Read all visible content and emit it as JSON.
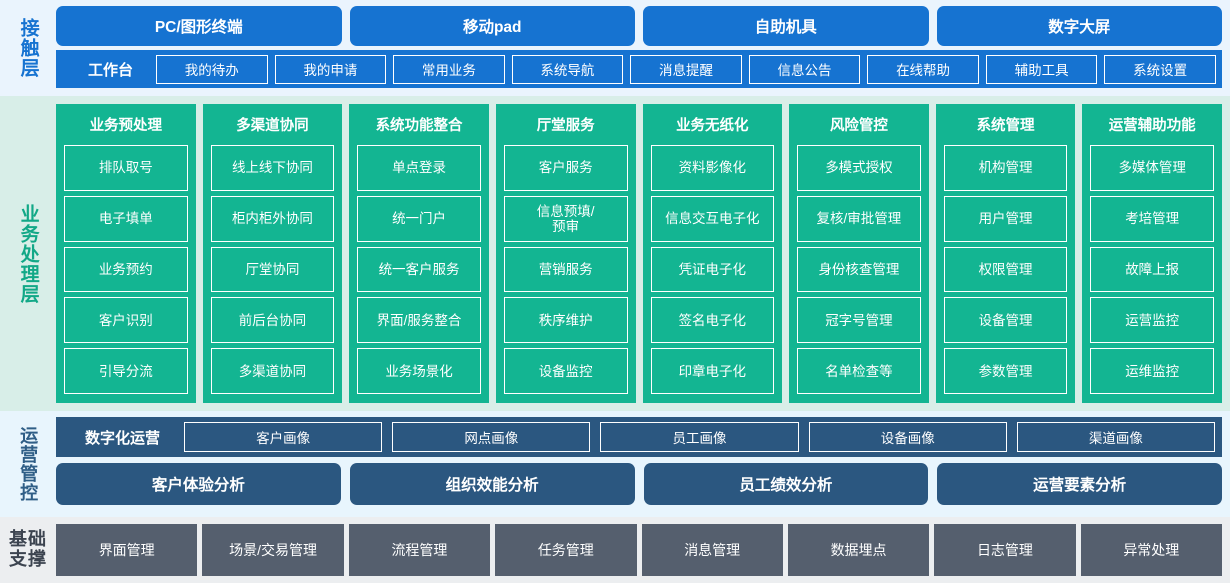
{
  "layers": {
    "contact": {
      "label": "接触层",
      "accent": "#1673d1",
      "background": "#eaf4fd",
      "channels": [
        "PC/图形终端",
        "移动pad",
        "自助机具",
        "数字大屏"
      ],
      "workbench_title": "工作台",
      "workbench_items": [
        "我的待办",
        "我的申请",
        "常用业务",
        "系统导航",
        "消息提醒",
        "信息公告",
        "在线帮助",
        "辅助工具",
        "系统设置"
      ]
    },
    "business": {
      "label": "业务处理层",
      "accent": "#12a887",
      "card_color": "#13b592",
      "background": "#d8eee8",
      "columns": [
        {
          "title": "业务预处理",
          "items": [
            "排队取号",
            "电子填单",
            "业务预约",
            "客户识别",
            "引导分流"
          ]
        },
        {
          "title": "多渠道协同",
          "items": [
            "线上线下协同",
            "柜内柜外协同",
            "厅堂协同",
            "前后台协同",
            "多渠道协同"
          ]
        },
        {
          "title": "系统功能整合",
          "items": [
            "单点登录",
            "统一门户",
            "统一客户服务",
            "界面/服务整合",
            "业务场景化"
          ]
        },
        {
          "title": "厅堂服务",
          "items": [
            "客户服务",
            "信息预填/\n预审",
            "营销服务",
            "秩序维护",
            "设备监控"
          ]
        },
        {
          "title": "业务无纸化",
          "items": [
            "资料影像化",
            "信息交互电子化",
            "凭证电子化",
            "签名电子化",
            "印章电子化"
          ]
        },
        {
          "title": "风险管控",
          "items": [
            "多模式授权",
            "复核/审批管理",
            "身份核查管理",
            "冠字号管理",
            "名单检查等"
          ]
        },
        {
          "title": "系统管理",
          "items": [
            "机构管理",
            "用户管理",
            "权限管理",
            "设备管理",
            "参数管理"
          ]
        },
        {
          "title": "运营辅助功能",
          "items": [
            "多媒体管理",
            "考培管理",
            "故障上报",
            "运营监控",
            "运维监控"
          ]
        }
      ]
    },
    "operations": {
      "label": "运营管控",
      "accent": "#2f5e86",
      "card_color": "#2b5780",
      "background": "#e8f5fd",
      "digital_title": "数字化运营",
      "profiles": [
        "客户画像",
        "网点画像",
        "员工画像",
        "设备画像",
        "渠道画像"
      ],
      "analyses": [
        "客户体验分析",
        "组织效能分析",
        "员工绩效分析",
        "运营要素分析"
      ]
    },
    "foundation": {
      "label": "基础支撑",
      "accent": "#3c4450",
      "card_color": "#555f6e",
      "background": "#eceef0",
      "items": [
        "界面管理",
        "场景/交易管理",
        "流程管理",
        "任务管理",
        "消息管理",
        "数据埋点",
        "日志管理",
        "异常处理"
      ]
    }
  }
}
